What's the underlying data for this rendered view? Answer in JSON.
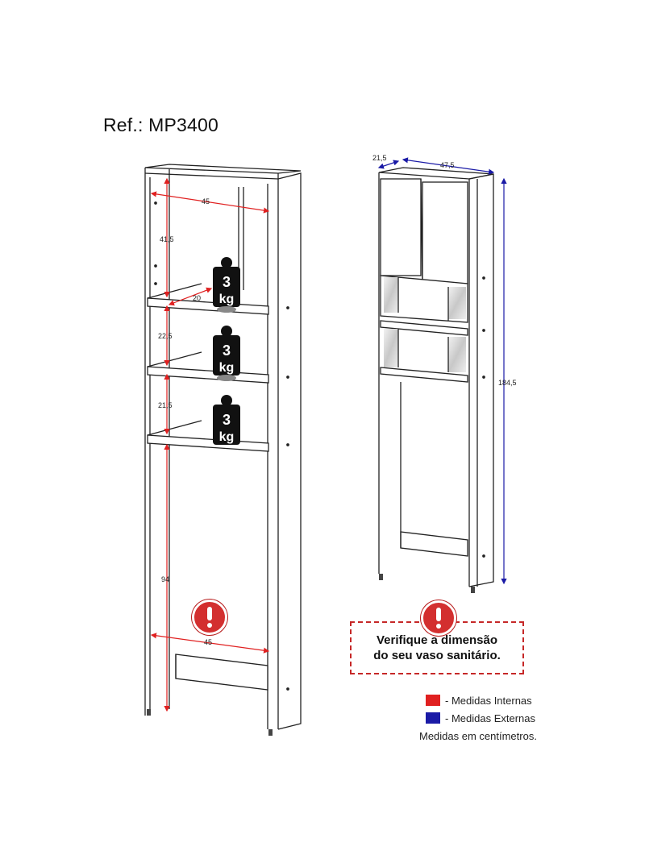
{
  "title": "Ref.: MP3400",
  "colors": {
    "internal": "#e02020",
    "external": "#1a1aa6",
    "outline": "#222222",
    "warning": "#d32f2f"
  },
  "left_view": {
    "dimensions": {
      "top_width": "45",
      "top_height": "41,5",
      "shelf_depth": "20",
      "shelf1_height": "22,5",
      "shelf2_height": "21,5",
      "bottom_height": "94",
      "bottom_width": "45"
    },
    "weights": [
      {
        "line1": "3",
        "line2": "kg"
      },
      {
        "line1": "3",
        "line2": "kg"
      },
      {
        "line1": "3",
        "line2": "kg"
      }
    ]
  },
  "right_view": {
    "dimensions": {
      "depth": "21,5",
      "width": "47,5",
      "height": "184,5"
    }
  },
  "warning": {
    "icon": "exclamation-icon",
    "line1": "Verifique a dimensão",
    "line2": "do seu vaso sanitário."
  },
  "legend": {
    "internal_label": "- Medidas Internas",
    "external_label": "- Medidas Externas",
    "note": "Medidas em centímetros."
  }
}
